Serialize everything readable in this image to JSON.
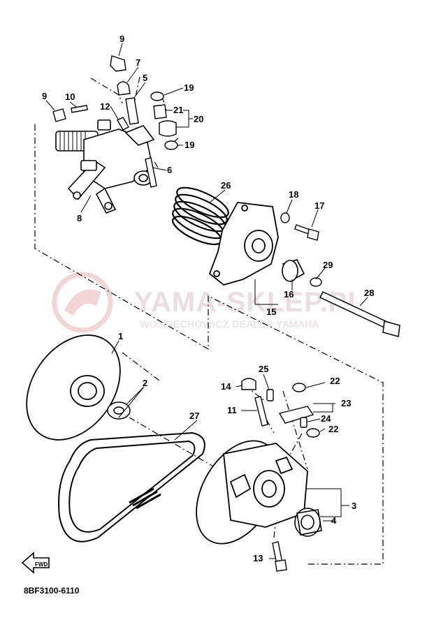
{
  "diagram": {
    "drawing_code": "8BF3100-6110",
    "fwd_label": "FWD",
    "callouts": [
      "9",
      "7",
      "5",
      "19",
      "10",
      "12",
      "21",
      "20",
      "19",
      "6",
      "8",
      "9",
      "26",
      "18",
      "17",
      "29",
      "16",
      "28",
      "15",
      "1",
      "2",
      "25",
      "22",
      "14",
      "23",
      "11",
      "24",
      "22",
      "27",
      "3",
      "4",
      "13"
    ],
    "watermark": {
      "brand": "YAMA-SKLEP.PL",
      "tagline": "WOJCIECHOWICZ DEALER YAMAHA"
    }
  }
}
